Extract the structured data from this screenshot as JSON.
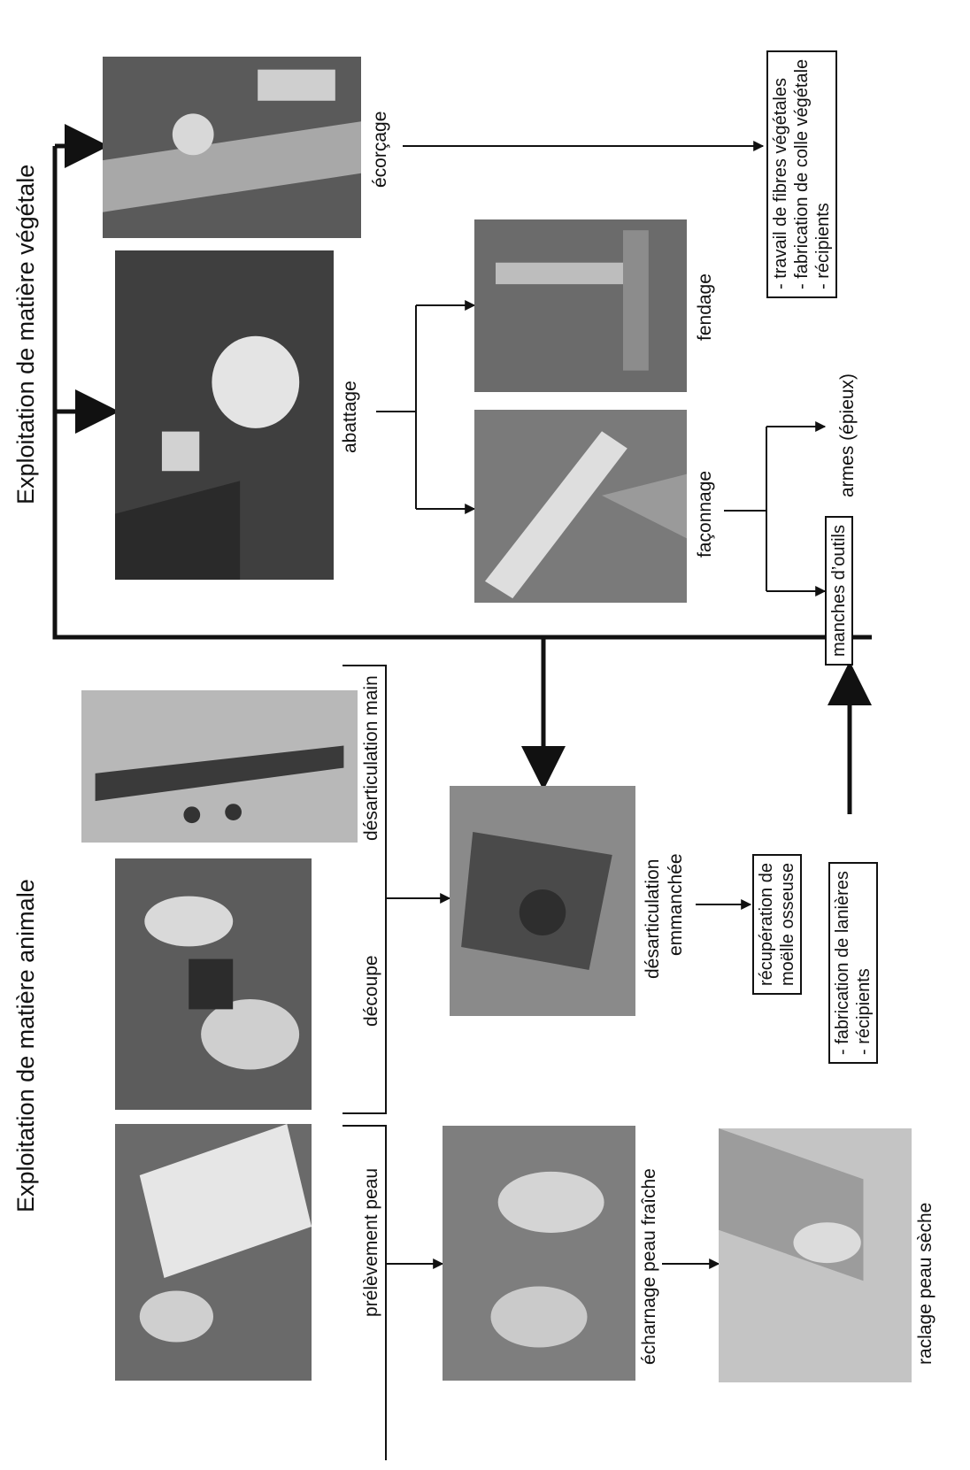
{
  "titles": {
    "vegetal": "Exploitation de matière végétale",
    "animal": "Exploitation de matière animale"
  },
  "labels": {
    "ecorcage": "écorçage",
    "abattage": "abattage",
    "fendage": "fendage",
    "faconnage": "façonnage",
    "desarticulation_main": "désarticulation main",
    "decoupe": "découpe",
    "prelevement_peau": "prélèvement peau",
    "desarticulation_emmanchee_1": "désarticulation",
    "desarticulation_emmanchee_2": "emmanchée",
    "echarnage": "écharnage peau fraîche",
    "raclage": "raclage peau sèche",
    "manches_outils": "manches d’outils",
    "armes": "armes (épieux)"
  },
  "boxes": {
    "vegetal_products": [
      "- travail de fibres végétales",
      "- fabrication de colle végétale",
      "- récipients"
    ],
    "manches": "manches d’outils",
    "moelle": [
      "récupération de",
      "moëlle osseuse"
    ],
    "lanieres": [
      "- fabrication de lanières",
      "- récipients"
    ]
  }
}
